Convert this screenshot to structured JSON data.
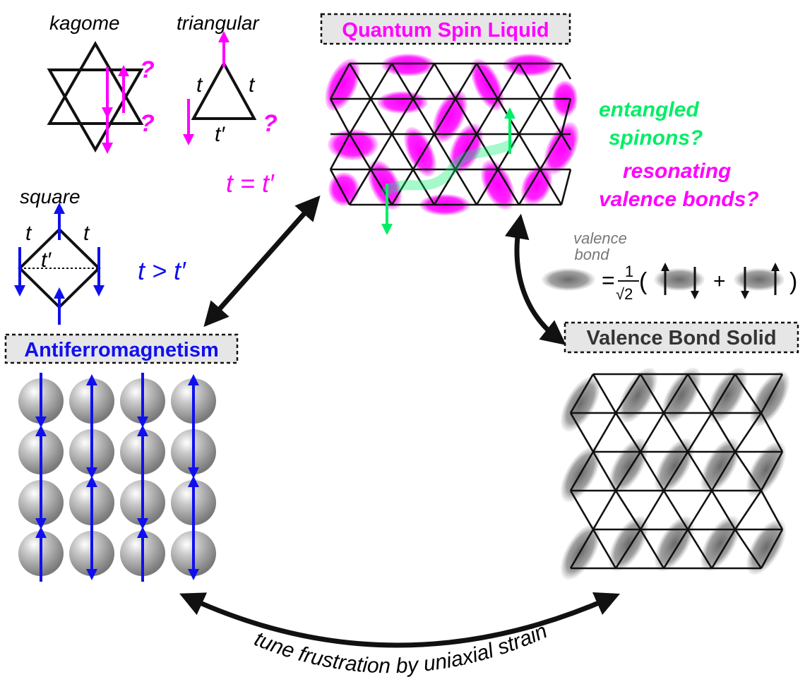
{
  "labels": {
    "kagome": "kagome",
    "triangular": "triangular",
    "square": "square",
    "qsl_title": "Quantum Spin Liquid",
    "afm_title": "Antiferromagnetism",
    "vbs_title": "Valence Bond Solid",
    "t_eq": "t = t′",
    "t_gt": "t > t′",
    "entangled_1": "entangled",
    "entangled_2": "spinons?",
    "resonating_1": "resonating",
    "resonating_2": "valence bonds?",
    "valence": "valence",
    "bond": "bond",
    "tune": "tune frustration by uniaxial strain",
    "t": "t",
    "tprime": "t′",
    "question": "?",
    "eq": "=",
    "one": "1",
    "sqrt2": "√2",
    "lparen": "(",
    "plus": "+",
    "rparen": ")"
  },
  "colors": {
    "magenta": "#ff00ff",
    "blue": "#1010ee",
    "green": "#00ee66",
    "black": "#111111",
    "gray": "#888888",
    "box_fill": "#e6e6e6"
  },
  "afm_grid": {
    "rows": 4,
    "cols": 4,
    "spins": [
      [
        "down",
        "up",
        "down",
        "up"
      ],
      [
        "up",
        "down",
        "up",
        "down"
      ],
      [
        "down",
        "up",
        "down",
        "up"
      ],
      [
        "up",
        "down",
        "up",
        "down"
      ]
    ]
  }
}
